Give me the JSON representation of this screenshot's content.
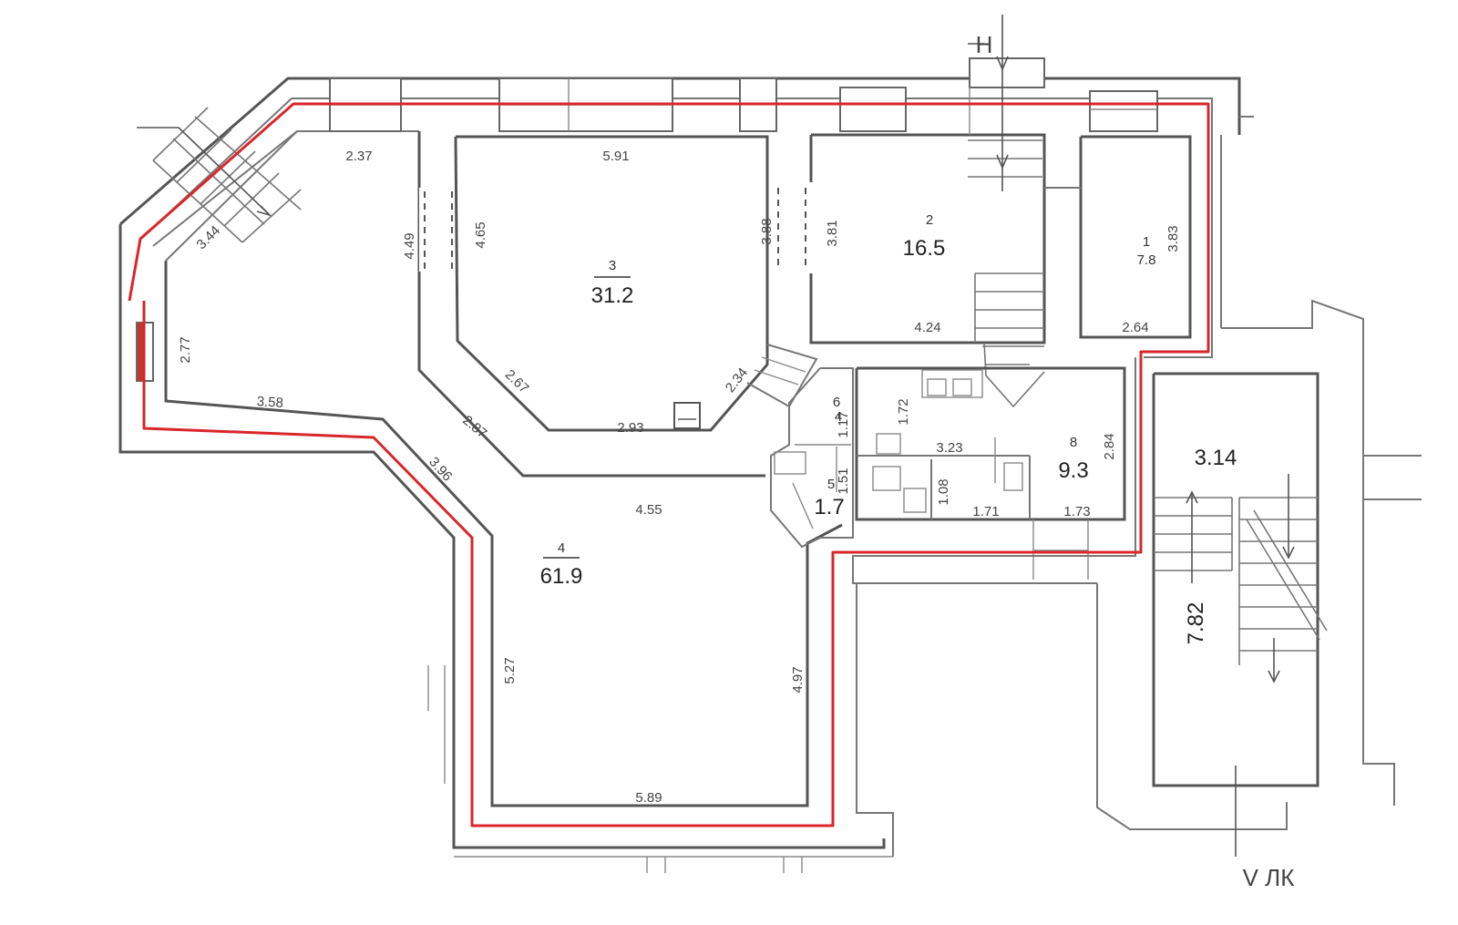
{
  "rooms": {
    "r3": {
      "number": "3",
      "area": "31.2"
    },
    "r4": {
      "number": "4",
      "area": "61.9"
    },
    "r2": {
      "number": "2",
      "area": "16.5"
    },
    "r1": {
      "number": "1",
      "area": "7.8"
    },
    "r8": {
      "number": "8",
      "area": "9.3"
    },
    "r5": {
      "number": "5",
      "area": "1.7"
    },
    "r6": {
      "number": "6",
      "area": "4"
    }
  },
  "dimensions": {
    "d237": "2.37",
    "d591": "5.91",
    "d444": "3.44",
    "d449": "4.49",
    "d465": "4.65",
    "d388": "3.88",
    "d381": "3.81",
    "d277": "2.77",
    "d358": "3.58",
    "d267": "2.67",
    "d293": "2.93",
    "d234": "2.34",
    "d287": "2.87",
    "d396": "3.96",
    "d455": "4.55",
    "d527": "5.27",
    "d497": "4.97",
    "d589": "5.89",
    "d424": "4.24",
    "d383": "3.83",
    "d264": "2.64",
    "d172": "1.72",
    "d323": "3.23",
    "d284": "2.84",
    "d171": "1.71",
    "d173": "1.73",
    "d108": "1.08",
    "d117": "1.17",
    "d151": "1.51",
    "d314": "3.14",
    "d782": "7.82"
  },
  "markers": {
    "north": "Н",
    "bottom": "V ЛК"
  }
}
